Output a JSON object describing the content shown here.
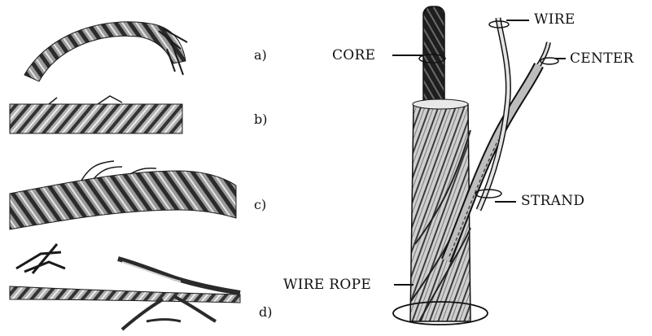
{
  "panels": [
    {
      "id": "a",
      "caption": "a)"
    },
    {
      "id": "b",
      "caption": "b)"
    },
    {
      "id": "c",
      "caption": "c)"
    },
    {
      "id": "d",
      "caption": "d)"
    }
  ],
  "labels": {
    "wire": "WIRE",
    "center": "CENTER",
    "core": "CORE",
    "strand": "STRAND",
    "wire_rope": "WIRE ROPE"
  },
  "colors": {
    "ink": "#1a1a1a",
    "rope_mid": "#8a8a8a",
    "rope_light": "#d8d8d8",
    "background": "#ffffff"
  }
}
